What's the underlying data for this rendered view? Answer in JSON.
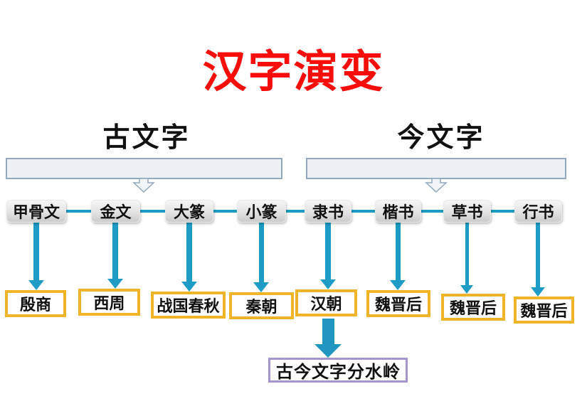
{
  "title": "汉字演变",
  "sections": {
    "ancient": "古文字",
    "modern": "今文字"
  },
  "timeline": {
    "scripts": [
      "甲骨文",
      "金文",
      "大篆",
      "小篆",
      "隶书",
      "楷书",
      "草书",
      "行书"
    ],
    "periods": [
      "殷商",
      "西周",
      "战国春秋",
      "秦朝",
      "汉朝",
      "魏晋后",
      "魏晋后",
      "魏晋后"
    ]
  },
  "divider": {
    "label": "古今文字分水岭"
  },
  "colors": {
    "title_red": "#f70d0a",
    "arrow_teal": "#1e9cc6",
    "period_border_gold": "#f0b428",
    "divider_border_purple": "#a594ce",
    "banner_fill": "#edf1f5",
    "banner_border": "#93a9be",
    "node_fill_gray": "#d9d9d9"
  }
}
